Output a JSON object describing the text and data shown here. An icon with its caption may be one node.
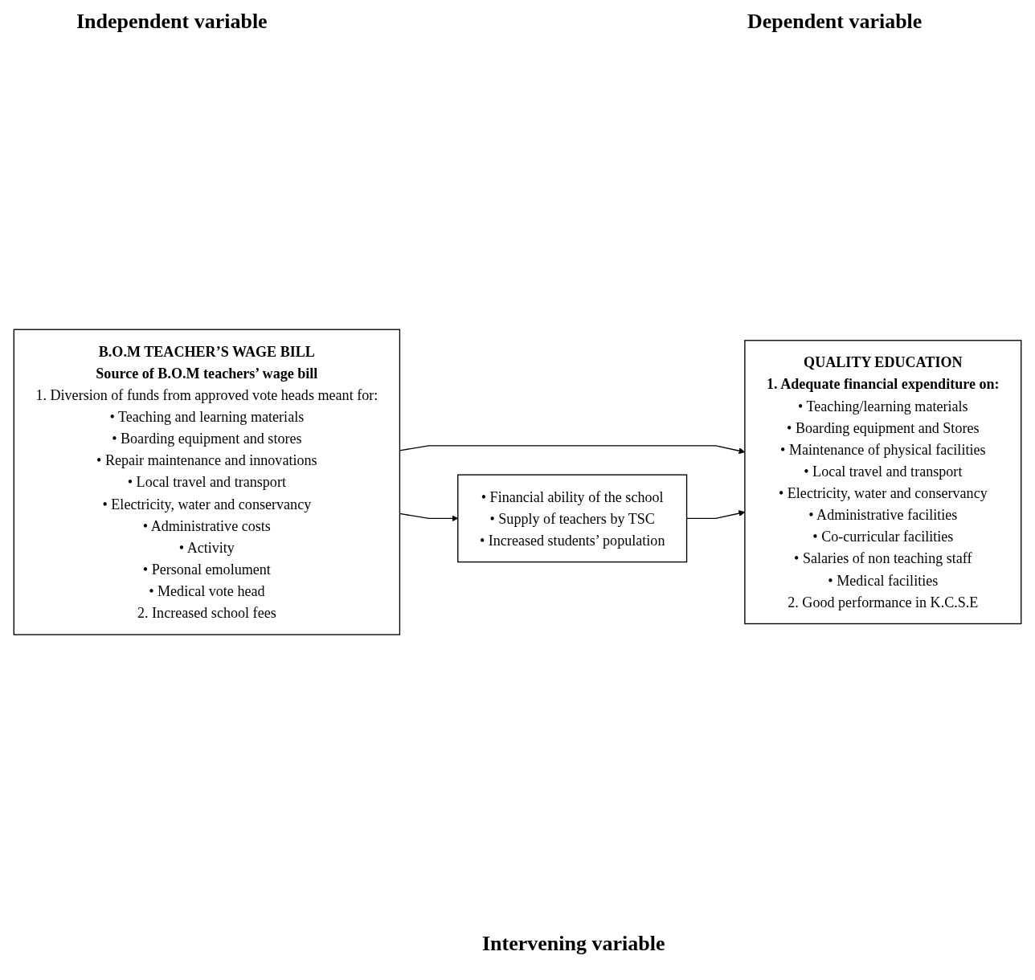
{
  "diagram": {
    "nodes": [
      {
        "text": [
          "B.O.M TEACHER’S WAGE BILL",
          "Source of B.O.M teachers’ wage bill",
          "1. Diversion of funds from approved vote heads meant for:",
          "• Teaching and learning materials",
          "• Boarding equipment and stores",
          "• Repair maintenance and innovations",
          "• Local travel and transport",
          "• Electricity, water and conservancy",
          "• Administrative costs",
          "• Activity",
          "• Personal emolument",
          "• Medical vote head",
          "2. Increased school fees"
        ]
      },
      {
        "text": [
          "QUALITY EDUCATION",
          "1. Adequate financial expenditure on:",
          "• Teaching/learning materials",
          "• Boarding equipment  and Stores",
          "• Maintenance of physical facilities",
          "• Local travel and transport",
          "• Electricity, water and conservancy",
          "• Administrative facilities",
          "• Co-curricular facilities",
          "• Salaries of non teaching staff",
          "• Medical facilities",
          "2. Good performance in K.C.S.E"
        ]
      },
      {
        "text": [
          "• Financial ability of the school",
          "• Supply of teachers by TSC",
          "• Increased students’ population"
        ]
      }
    ],
    "edges": [
      {
        "from": 0,
        "to": 1,
        "arrow": "to"
      },
      {
        "from": 0,
        "to": 2,
        "arrow": "to"
      },
      {
        "from": 2,
        "to": 1,
        "arrow": "to"
      }
    ],
    "labels": [
      "Independent variable",
      "Dependent variable",
      "Intervening variable"
    ]
  }
}
